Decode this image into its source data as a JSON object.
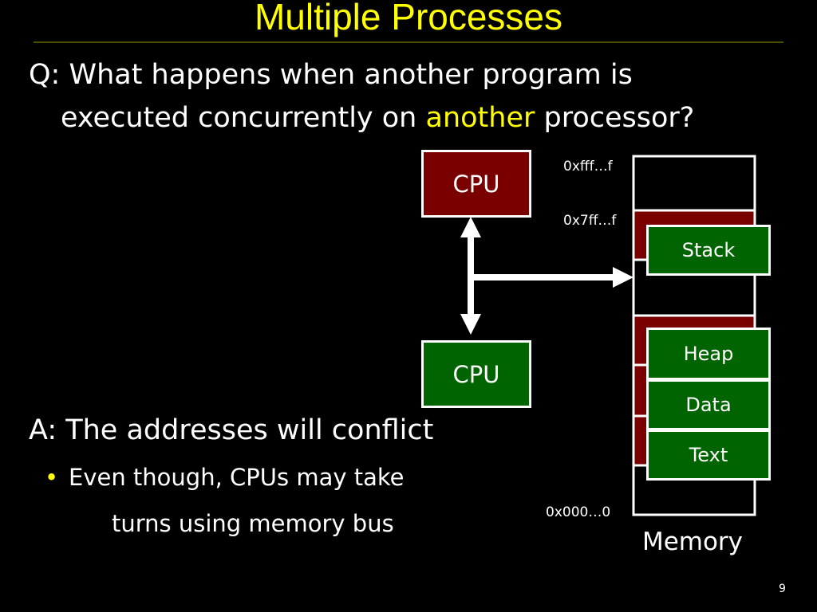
{
  "slide": {
    "title": "Multiple Processes",
    "question_line1": "Q: What happens when another program is",
    "question_line2_pre": "executed concurrently on ",
    "question_line2_highlight": "another",
    "question_line2_post": " processor?",
    "answer": "A:  The addresses will conflict",
    "bullet_line1": "Even though, CPUs may take",
    "bullet_line2": "turns using memory bus",
    "page_number": "9"
  },
  "diagram": {
    "cpu_top_label": "CPU",
    "cpu_bottom_label": "CPU",
    "memory_label": "Memory",
    "addresses": {
      "top": "0xfff…f",
      "stack": "0x7ff…f",
      "bottom": "0x000…0"
    },
    "segments": {
      "stack": "Stack",
      "heap": "Heap",
      "data": "Data",
      "text": "Text"
    }
  },
  "colors": {
    "background": "#000000",
    "accent": "#ffff00",
    "process_red": "#7a0000",
    "process_green": "#006400"
  }
}
